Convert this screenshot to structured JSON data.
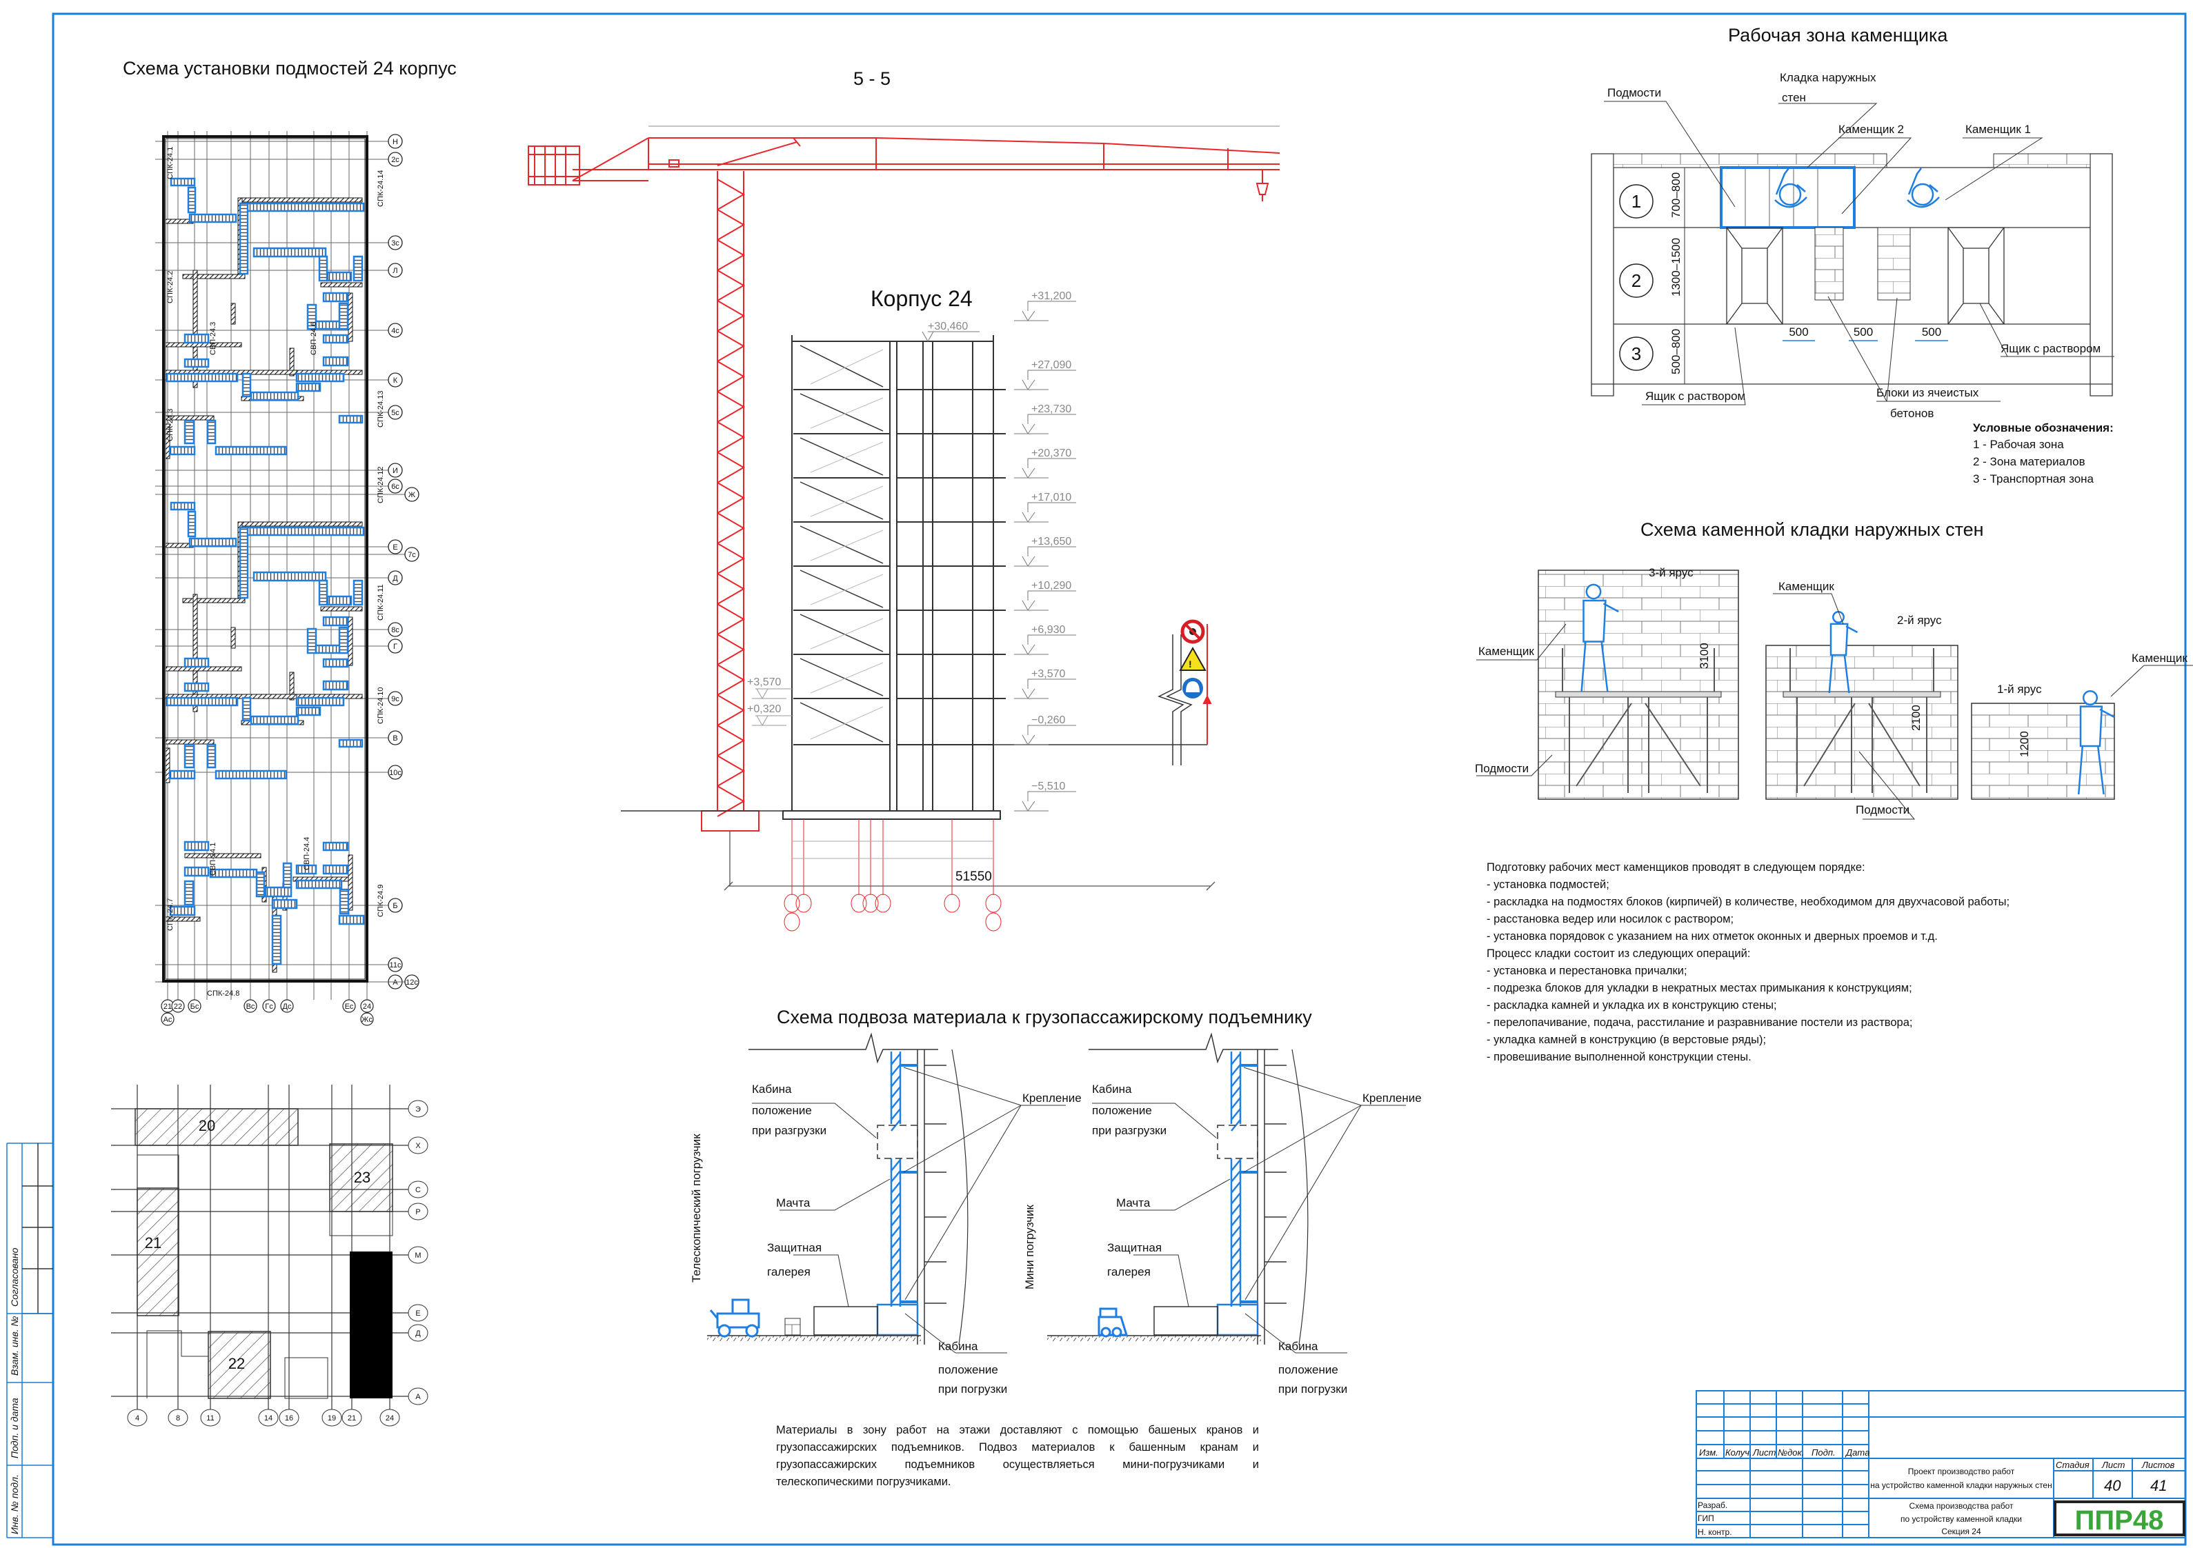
{
  "scaffold_plan": {
    "title": "Схема установки подмостей 24 корпус",
    "axes_right": [
      "Н",
      "2с",
      "3с",
      "Л",
      "4с",
      "К",
      "5с",
      "И",
      "6с",
      "Ж",
      "Е",
      "7с",
      "Д",
      "8с",
      "Г",
      "9с",
      "В",
      "10с",
      "Б",
      "11с",
      "А",
      "12с"
    ],
    "axes_bottom": [
      "21",
      "22",
      "Бс",
      "Вс",
      "Гс",
      "Дс",
      "Ес",
      "24"
    ],
    "axes_bottom_second": [
      "Ас",
      "Жс"
    ],
    "panel_labels": [
      "СПК-24.1",
      "СПК-24.2",
      "СПК-24.3",
      "СПК-24.7",
      "СПК-24.14",
      "СПК-24.13",
      "СПК-24.12",
      "СПК-24.11",
      "СПК-24.10",
      "СПК-24.9",
      "СПК-24.8",
      "СВП-24.3",
      "СВП-24.6",
      "СВП-24.1",
      "СВП-24.4"
    ]
  },
  "section": {
    "title": "5 - 5",
    "building": "Корпус 24",
    "roof_elevation": "+30,460",
    "elevations_right": [
      "+31,200",
      "+27,090",
      "+23,730",
      "+20,370",
      "+17,010",
      "+13,650",
      "+10,290",
      "+6,930",
      "+3,570",
      "−0,260",
      "−5,510"
    ],
    "elevations_left": [
      "+3,570",
      "+0,320"
    ],
    "dimension": "51550"
  },
  "site_plan": {
    "columns": [
      "4",
      "8",
      "11",
      "14",
      "16",
      "19",
      "21",
      "24"
    ],
    "rows": [
      "Э",
      "Х",
      "С",
      "Р",
      "М",
      "Е",
      "Д",
      "А"
    ],
    "blocks": [
      "20",
      "21",
      "22",
      "23"
    ]
  },
  "work_zone": {
    "title": "Рабочая зона каменщика",
    "zones": [
      "1",
      "2",
      "3"
    ],
    "zone_dims": [
      "700–800",
      "1300–1500",
      "500–800"
    ],
    "gap_dims": [
      "500",
      "500",
      "500"
    ],
    "labels": {
      "scaffold": "Подмости",
      "wall_line1": "Кладка наружных",
      "wall_line2": "стен",
      "mason2": "Каменщик 2",
      "mason1": "Каменщик 1",
      "mortar_right": "Ящик с раствором",
      "mortar_left": "Ящик с раствором",
      "blocks_line1": "Блоки из ячеистых",
      "blocks_line2": "бетонов"
    },
    "legend": {
      "title": "Условные обозначения:",
      "items": [
        "1 - Рабочая зона",
        "2 - Зона материалов",
        "3 - Транспортная зона"
      ]
    }
  },
  "masonry_scheme": {
    "title": "Схема каменной кладки наружных стен",
    "tiers": [
      "3-й ярус",
      "2-й ярус",
      "1-й ярус"
    ],
    "dims": [
      "3100",
      "2100",
      "1200"
    ],
    "mason": "Каменщик",
    "scaffold": "Подмости"
  },
  "procedure": {
    "lines": [
      "Подготовку рабочих мест каменщиков проводят в следующем порядке:",
      "- установка подмостей;",
      "- раскладка на подмостях блоков (кирпичей) в количестве, необходимом для двухчасовой работы;",
      "- расстановка ведер или носилок с раствором;",
      "- установка порядовок с указанием на них отметок оконных и дверных проемов и т.д.",
      "Процесс кладки состоит из следующих операций:",
      "- установка и перестановка причалки;",
      "- подрезка блоков для укладки в некратных местах примыкания к конструкциям;",
      "- раскладка камней и укладка их в конструкцию стены;",
      "- перелопачивание, подача, расстилание и разравнивание постели из раствора;",
      "- укладка камней в конструкцию (в верстовые ряды);",
      "- провешивание выполненной конструкции стены."
    ]
  },
  "lift_scheme": {
    "title": "Схема подвоза материала к грузопассажирскому подъемнику",
    "cabin": "Кабина",
    "position": "положение",
    "unloading": "при разгрузки",
    "loading": "при погрузки",
    "fastening": "Крепление",
    "mast": "Мачта",
    "gallery_line1": "Защитная",
    "gallery_line2": "галерея",
    "telehandler": "Телескопический погрузчик",
    "mini_loader": "Мини погрузчик"
  },
  "lift_note": "Материалы в зону работ на этажи доставляют с помощью башеных кранов и грузопассажирских подъемников. Подвоз материалов к башенным кранам и грузопассажирских подъемников осуществляеться мини-погрузчиками и телескопическими погрузчиками.",
  "title_block": {
    "headers": [
      "Изм.",
      "Колуч.",
      "Лист",
      "№док.",
      "Подп.",
      "Дата"
    ],
    "roles": [
      "Разраб.",
      "ГИП",
      "Н. контр."
    ],
    "project_line1": "Проект производство работ",
    "project_line2": "на устройство каменной кладки наружных стен",
    "sheet_line1": "Схема производства работ",
    "sheet_line2": "по устройству каменной кладки",
    "sheet_line3": "Секция 24",
    "stage_label": "Стадия",
    "sheet_label": "Лист",
    "sheets_label": "Листов",
    "sheet_number": "40",
    "sheets_total": "41",
    "logo": "ППР48"
  },
  "side_stamp": {
    "agreed": "Согласовано",
    "replace_inv": "Взам. инв. №",
    "sign_date": "Подп. и дата",
    "inv_orig": "Инв. № подл."
  },
  "colors": {
    "frame": "#1a7fd8",
    "crane": "#e8262b",
    "scaffold": "#1e7fe0",
    "logo": "#3aa63a"
  }
}
